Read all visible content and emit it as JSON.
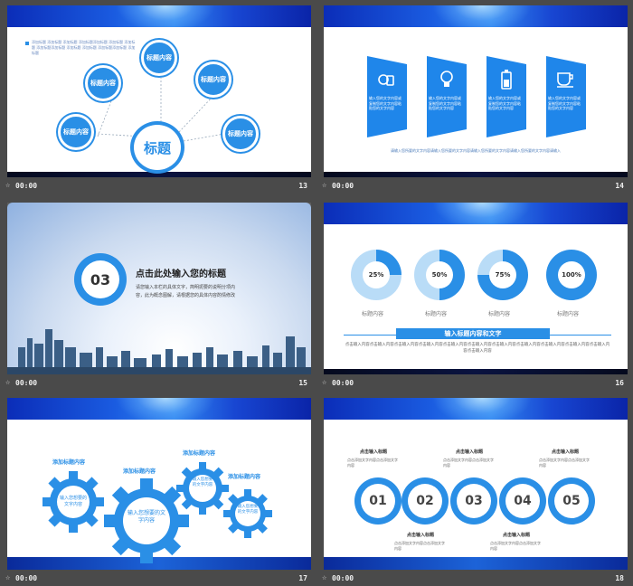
{
  "slides": [
    {
      "time": "00:00",
      "num": "13",
      "center": "标题",
      "nodes": [
        "标题内容",
        "标题内容",
        "标题内容",
        "标题内容",
        "标题内容"
      ],
      "note": "添加标题 添加标题 添加标题 添加标题添加标题 添加标题 添加标题 添加标题添加标题 添加标题 添加标题 添加标题添加标题 添加标题"
    },
    {
      "time": "00:00",
      "num": "14",
      "icons": [
        "settings-icon",
        "bulb-icon",
        "battery-icon",
        "cup-icon"
      ],
      "flag_text": "输入您的文字内容或复制您的文字内容粘贴您的文字内容",
      "footer_text": "请输入您所要的文字内容请输入您所要的文字内容请输入您所要的文字内容请输入您所要的文字内容请输入"
    },
    {
      "time": "00:00",
      "num": "15",
      "badge": "03",
      "title": "点击此处输入您的标题",
      "line1": "请您输入本栏的具体文字，简明扼要的说明分项内",
      "line2": "容，此为概念图解，请根据您的具体内容酌情修改"
    },
    {
      "time": "00:00",
      "num": "16",
      "rings": [
        {
          "pct": "25%",
          "value": 25,
          "label": "标题内容"
        },
        {
          "pct": "50%",
          "value": 50,
          "label": "标题内容"
        },
        {
          "pct": "75%",
          "value": 75,
          "label": "标题内容"
        },
        {
          "pct": "100%",
          "value": 100,
          "label": "标题内容"
        }
      ],
      "bar_title": "输入标题内容和文字",
      "body": "点击输入内容点击输入内容点击输入内容点击输入内容点击输入内容点击输入内容点击输入内容点击输入内容点击输入内容点击输入内容点击输入内容点击输入内容"
    },
    {
      "time": "00:00",
      "num": "17",
      "labels": [
        "添加标题内容",
        "添加标题内容",
        "添加标题内容",
        "添加标题内容"
      ],
      "gear_texts": [
        "输入您想要的文字内容",
        "输入您想要的文字内容",
        "输入您想要的文字内容",
        "输入您想要的文字内容"
      ]
    },
    {
      "time": "00:00",
      "num": "18",
      "steps": [
        "01",
        "02",
        "03",
        "04",
        "05"
      ],
      "step_label": "点击输入标题",
      "step_text": "点击添加文字内容点击添加文字内容"
    }
  ]
}
